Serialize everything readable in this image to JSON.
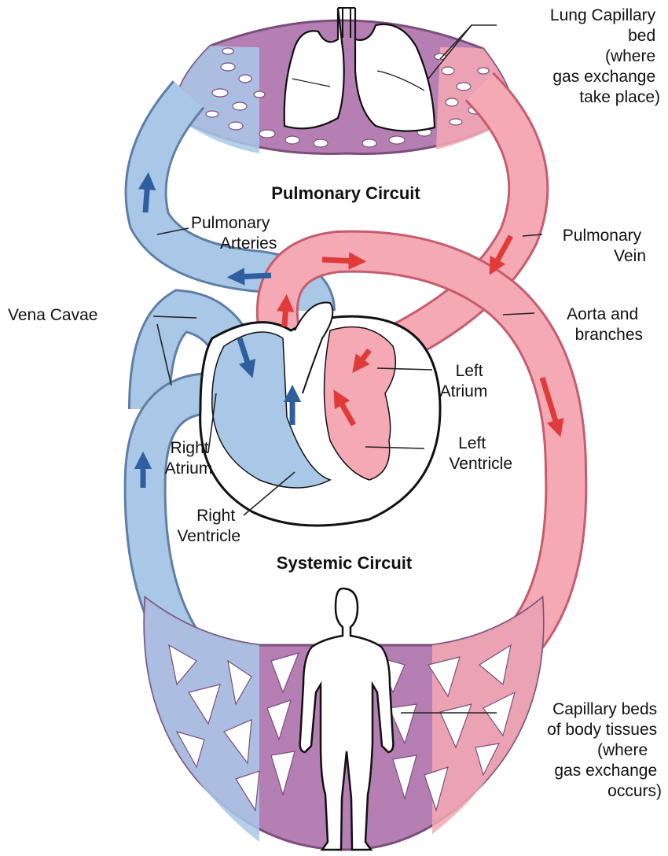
{
  "colors": {
    "deoxygenated": "#a9c8e8",
    "deoxygenated_edge": "#5f7fa6",
    "oxygenated": "#f4a9b4",
    "oxygenated_edge": "#c65d6e",
    "capillary": "#b67fb4",
    "capillary_edge": "#7a4f7a",
    "blue_arrow": "#2f5f9e",
    "red_arrow": "#e03a3a"
  },
  "titles": {
    "pulmonary": "Pulmonary Circuit",
    "systemic": "Systemic Circuit"
  },
  "labels": {
    "lung_capillary": [
      "Lung Capillary",
      "bed",
      "(where",
      "gas exchange",
      "take place)"
    ],
    "pulmonary_arteries": [
      "Pulmonary",
      "Arteries"
    ],
    "pulmonary_vein": [
      "Pulmonary",
      "Vein"
    ],
    "vena_cavae": [
      "Vena Cavae"
    ],
    "aorta": [
      "Aorta and",
      "branches"
    ],
    "left_atrium": [
      "Left",
      "Atrium"
    ],
    "right_atrium": [
      "Right",
      "Atrium"
    ],
    "left_ventricle": [
      "Left",
      "Ventricle"
    ],
    "right_ventricle": [
      "Right",
      "Ventricle"
    ],
    "body_capillary": [
      "Capillary beds",
      "of body tissues",
      "(where",
      "gas exchange",
      "occurs)"
    ]
  },
  "icons": [
    "lungs-icon",
    "heart-icon",
    "human-body-icon"
  ]
}
